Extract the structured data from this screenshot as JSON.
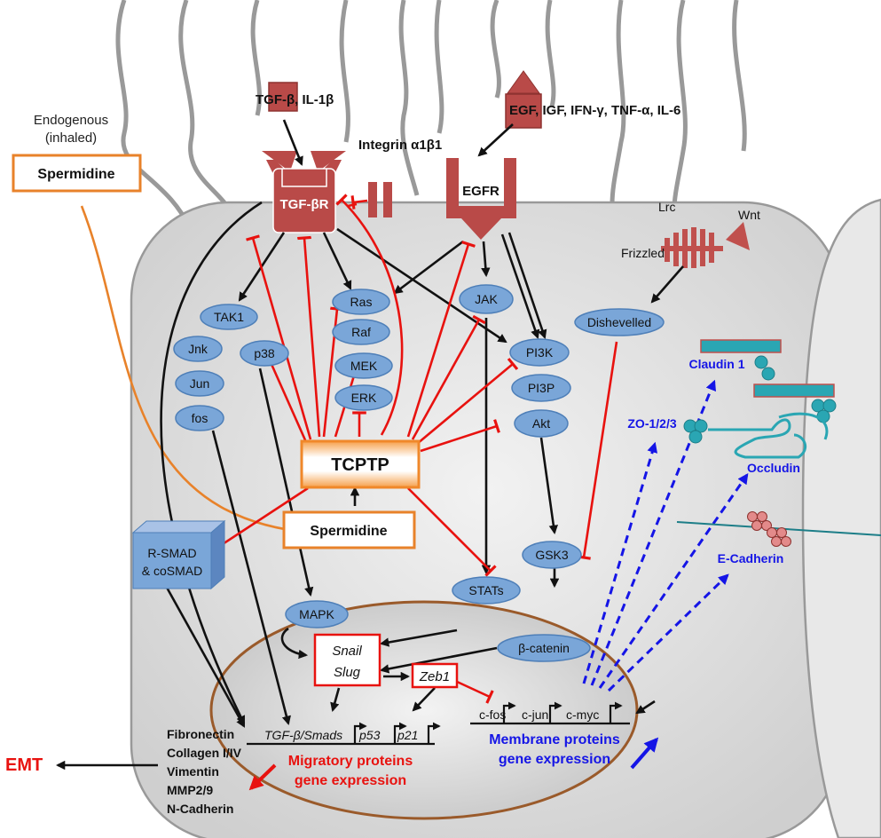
{
  "ligands": {
    "tgf": "TGF-β, IL-1β",
    "egf": "EGF, IGF, IFN-γ, TNF-α, IL-6",
    "wnt": "Wnt"
  },
  "receptors": {
    "tgfbr": "TGF-βR",
    "integrin": "Integrin α1β1",
    "egfr": "EGFR",
    "lrc": "Lrc",
    "frizzled": "Frizzled"
  },
  "left": {
    "endogenous": "Endogenous",
    "inhaled": "(inhaled)",
    "spermidine_outer": "Spermidine"
  },
  "nodes": {
    "tak1": "TAK1",
    "jnk": "Jnk",
    "jun": "Jun",
    "fos": "fos",
    "p38": "p38",
    "ras": "Ras",
    "raf": "Raf",
    "mek": "MEK",
    "erk": "ERK",
    "jak": "JAK",
    "pi3k": "PI3K",
    "pi3p": "PI3P",
    "akt": "Akt",
    "dishevelled": "Dishevelled",
    "gsk3": "GSK3",
    "mapk": "MAPK",
    "stats": "STATs",
    "bcatenin": "β-catenin"
  },
  "tcptp": "TCPTP",
  "spermidine_inner": "Spermidine",
  "smad": {
    "line1": "R-SMAD",
    "line2": "& coSMAD"
  },
  "nucleus": {
    "snail": "Snail",
    "slug": "Slug",
    "zeb1": "Zeb1",
    "tgf_smads": "TGF-β/Smads",
    "p53": "p53",
    "p21": "p21",
    "cfos": "c-fos",
    "cjun": "c-jun",
    "cmyc": "c-myc",
    "migratory1": "Migratory proteins",
    "migratory2": "gene expression",
    "membrane1": "Membrane proteins",
    "membrane2": "gene expression"
  },
  "junctions": {
    "claudin": "Claudin 1",
    "zo": "ZO-1/2/3",
    "occludin": "Occludin",
    "ecadherin": "E-Cadherin"
  },
  "emt_markers": [
    "Fibronectin",
    "Collagen I/IV",
    "Vimentin",
    "MMP2/9",
    "N-Cadherin"
  ],
  "emt": "EMT",
  "colors": {
    "inhibition": "#e8120f",
    "activation": "#111111",
    "membrane_expression": "#1515e6",
    "spermidine": "#e8822a",
    "receptor": "#b94a48",
    "node": "#7aa6d8",
    "junction": "#2aa6b3",
    "nucleus_border": "#9a5a2a"
  }
}
